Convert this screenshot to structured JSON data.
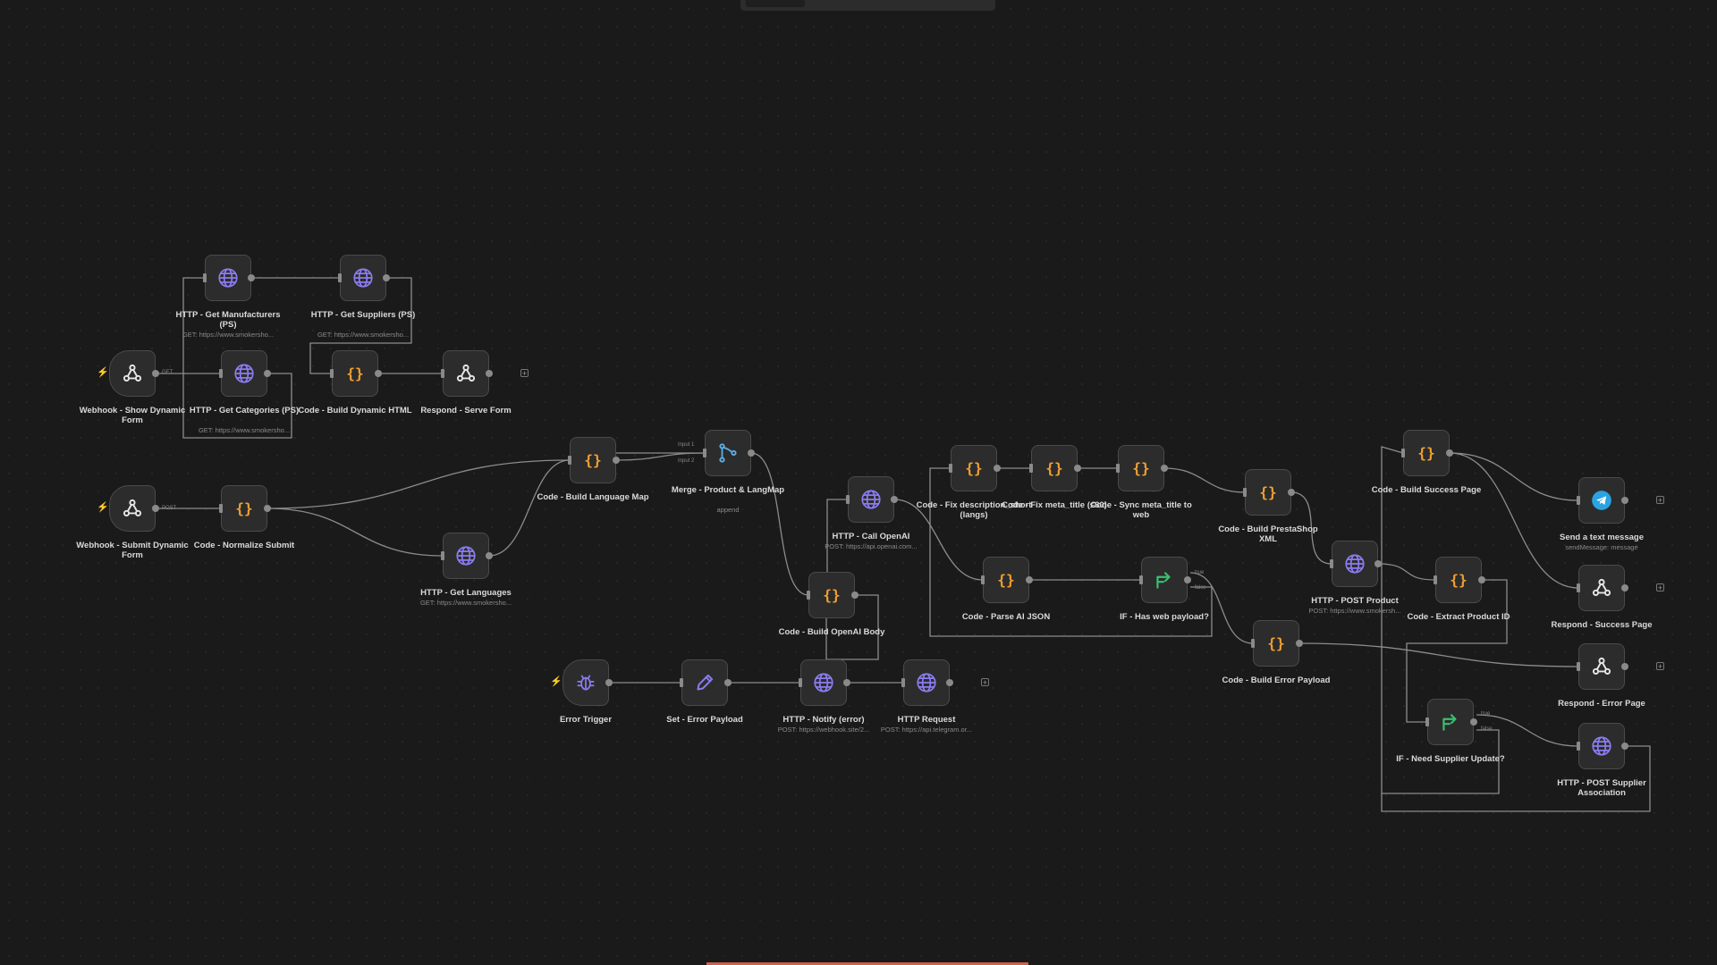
{
  "canvas": {
    "background": "#1a1a1a",
    "node_bg": "#2c2c2c",
    "edge_color": "#8c8c8c",
    "accent_code": "#f0a030",
    "accent_http": "#8a7cf0",
    "accent_if": "#39c070",
    "accent_telegram": "#2aa3e0",
    "trigger_bolt": "#e0533e"
  },
  "nodes": [
    {
      "id": "n1",
      "icon": "webhook-icon",
      "label": "Webhook - Show Dynamic Form",
      "sub": "",
      "trigger": true
    },
    {
      "id": "n2",
      "icon": "globe-icon",
      "label": "HTTP - Get Manufacturers (PS)",
      "sub": "GET: https://www.smokersho...",
      "trigger": false
    },
    {
      "id": "n3",
      "icon": "globe-icon",
      "label": "HTTP - Get Suppliers (PS)",
      "sub": "GET: https://www.smokersho...",
      "trigger": false
    },
    {
      "id": "n4",
      "icon": "globe-icon",
      "label": "HTTP - Get Categories (PS)",
      "sub": "GET: https://www.smokersho...",
      "trigger": false
    },
    {
      "id": "n5",
      "icon": "code-icon",
      "label": "Code - Build Dynamic HTML",
      "sub": "",
      "trigger": false
    },
    {
      "id": "n6",
      "icon": "webhook-icon",
      "label": "Respond - Serve Form",
      "sub": "",
      "trigger": false
    },
    {
      "id": "n7",
      "icon": "webhook-icon",
      "label": "Webhook - Submit Dynamic Form",
      "sub": "",
      "trigger": true
    },
    {
      "id": "n8",
      "icon": "code-icon",
      "label": "Code - Normalize Submit",
      "sub": "",
      "trigger": false
    },
    {
      "id": "n9",
      "icon": "globe-icon",
      "label": "HTTP - Get Languages",
      "sub": "GET: https://www.smokersho...",
      "trigger": false
    },
    {
      "id": "n10",
      "icon": "code-icon",
      "label": "Code - Build Language Map",
      "sub": "",
      "trigger": false
    },
    {
      "id": "n11",
      "icon": "merge-icon",
      "label": "Merge - Product & LangMap",
      "sub": "append",
      "trigger": false
    },
    {
      "id": "n12",
      "icon": "globe-icon",
      "label": "HTTP - Call OpenAI",
      "sub": "POST: https://api.openai.com...",
      "trigger": false
    },
    {
      "id": "n13",
      "icon": "code-icon",
      "label": "Code - Build OpenAI Body",
      "sub": "",
      "trigger": false
    },
    {
      "id": "n14",
      "icon": "code-icon",
      "label": "Code - Fix description_short (langs)",
      "sub": "",
      "trigger": false
    },
    {
      "id": "n15",
      "icon": "code-icon",
      "label": "Code - Fix meta_title (≤60)",
      "sub": "",
      "trigger": false
    },
    {
      "id": "n16",
      "icon": "code-icon",
      "label": "Code - Sync meta_title to web",
      "sub": "",
      "trigger": false
    },
    {
      "id": "n17",
      "icon": "code-icon",
      "label": "Code - Parse AI JSON",
      "sub": "",
      "trigger": false
    },
    {
      "id": "n18",
      "icon": "if-icon",
      "label": "IF - Has web payload?",
      "sub": "",
      "trigger": false
    },
    {
      "id": "n19",
      "icon": "code-icon",
      "label": "Code - Build PrestaShop XML",
      "sub": "",
      "trigger": false
    },
    {
      "id": "n20",
      "icon": "globe-icon",
      "label": "HTTP - POST Product",
      "sub": "POST: https://www.smokersh...",
      "trigger": false
    },
    {
      "id": "n21",
      "icon": "code-icon",
      "label": "Code - Build Error Payload",
      "sub": "",
      "trigger": false
    },
    {
      "id": "n22",
      "icon": "code-icon",
      "label": "Code - Build Success Page",
      "sub": "",
      "trigger": false
    },
    {
      "id": "n23",
      "icon": "code-icon",
      "label": "Code - Extract Product ID",
      "sub": "",
      "trigger": false
    },
    {
      "id": "n24",
      "icon": "if-icon",
      "label": "IF - Need Supplier Update?",
      "sub": "",
      "trigger": false
    },
    {
      "id": "n25",
      "icon": "telegram-icon",
      "label": "Send a text message",
      "sub": "sendMessage: message",
      "trigger": false
    },
    {
      "id": "n26",
      "icon": "webhook-icon",
      "label": "Respond - Success Page",
      "sub": "",
      "trigger": false
    },
    {
      "id": "n27",
      "icon": "webhook-icon",
      "label": "Respond - Error Page",
      "sub": "",
      "trigger": false
    },
    {
      "id": "n28",
      "icon": "globe-icon",
      "label": "HTTP - POST Supplier Association",
      "sub": "",
      "trigger": false
    },
    {
      "id": "n29",
      "icon": "bug-icon",
      "label": "Error Trigger",
      "sub": "",
      "trigger": true
    },
    {
      "id": "n30",
      "icon": "pencil-icon",
      "label": "Set - Error Payload",
      "sub": "",
      "trigger": false
    },
    {
      "id": "n31",
      "icon": "globe-icon",
      "label": "HTTP - Notify (error)",
      "sub": "POST: https://webhook.site/2...",
      "trigger": false
    },
    {
      "id": "n32",
      "icon": "globe-icon",
      "label": "HTTP Request",
      "sub": "POST: https://api.telegram.or...",
      "trigger": false
    }
  ],
  "edge_labels": {
    "get": "GET",
    "post": "POST",
    "input1": "Input 1",
    "input2": "Input 2",
    "true": "true",
    "false": "false"
  }
}
